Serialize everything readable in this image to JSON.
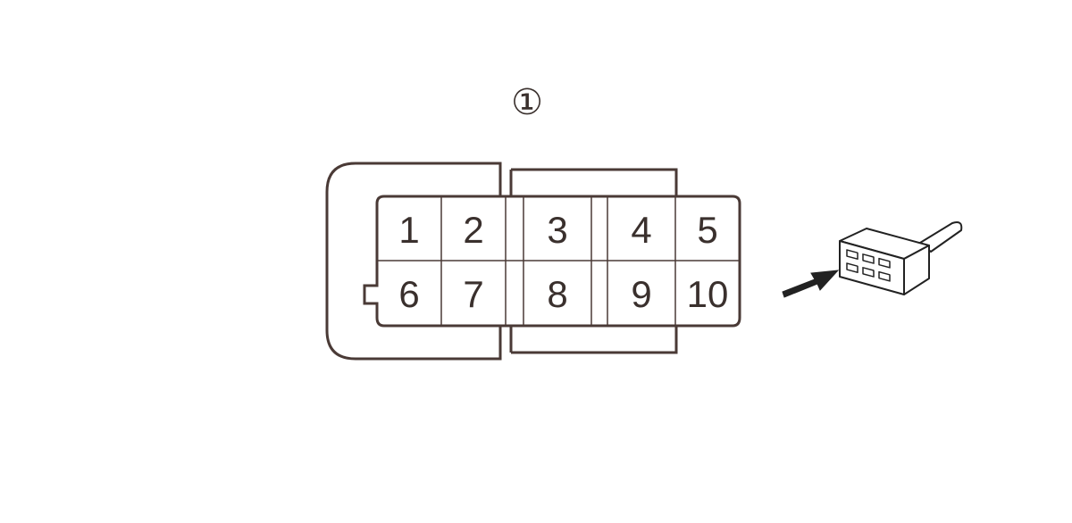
{
  "callout_label": "①",
  "pins": [
    "1",
    "2",
    "3",
    "4",
    "5",
    "6",
    "7",
    "8",
    "9",
    "10"
  ],
  "colors": {
    "outline": "#4a3a36",
    "text": "#3a302d",
    "background": "#ffffff"
  },
  "icons": {
    "connector_harness": "connector-plug-icon",
    "view_direction": "arrow-icon"
  }
}
